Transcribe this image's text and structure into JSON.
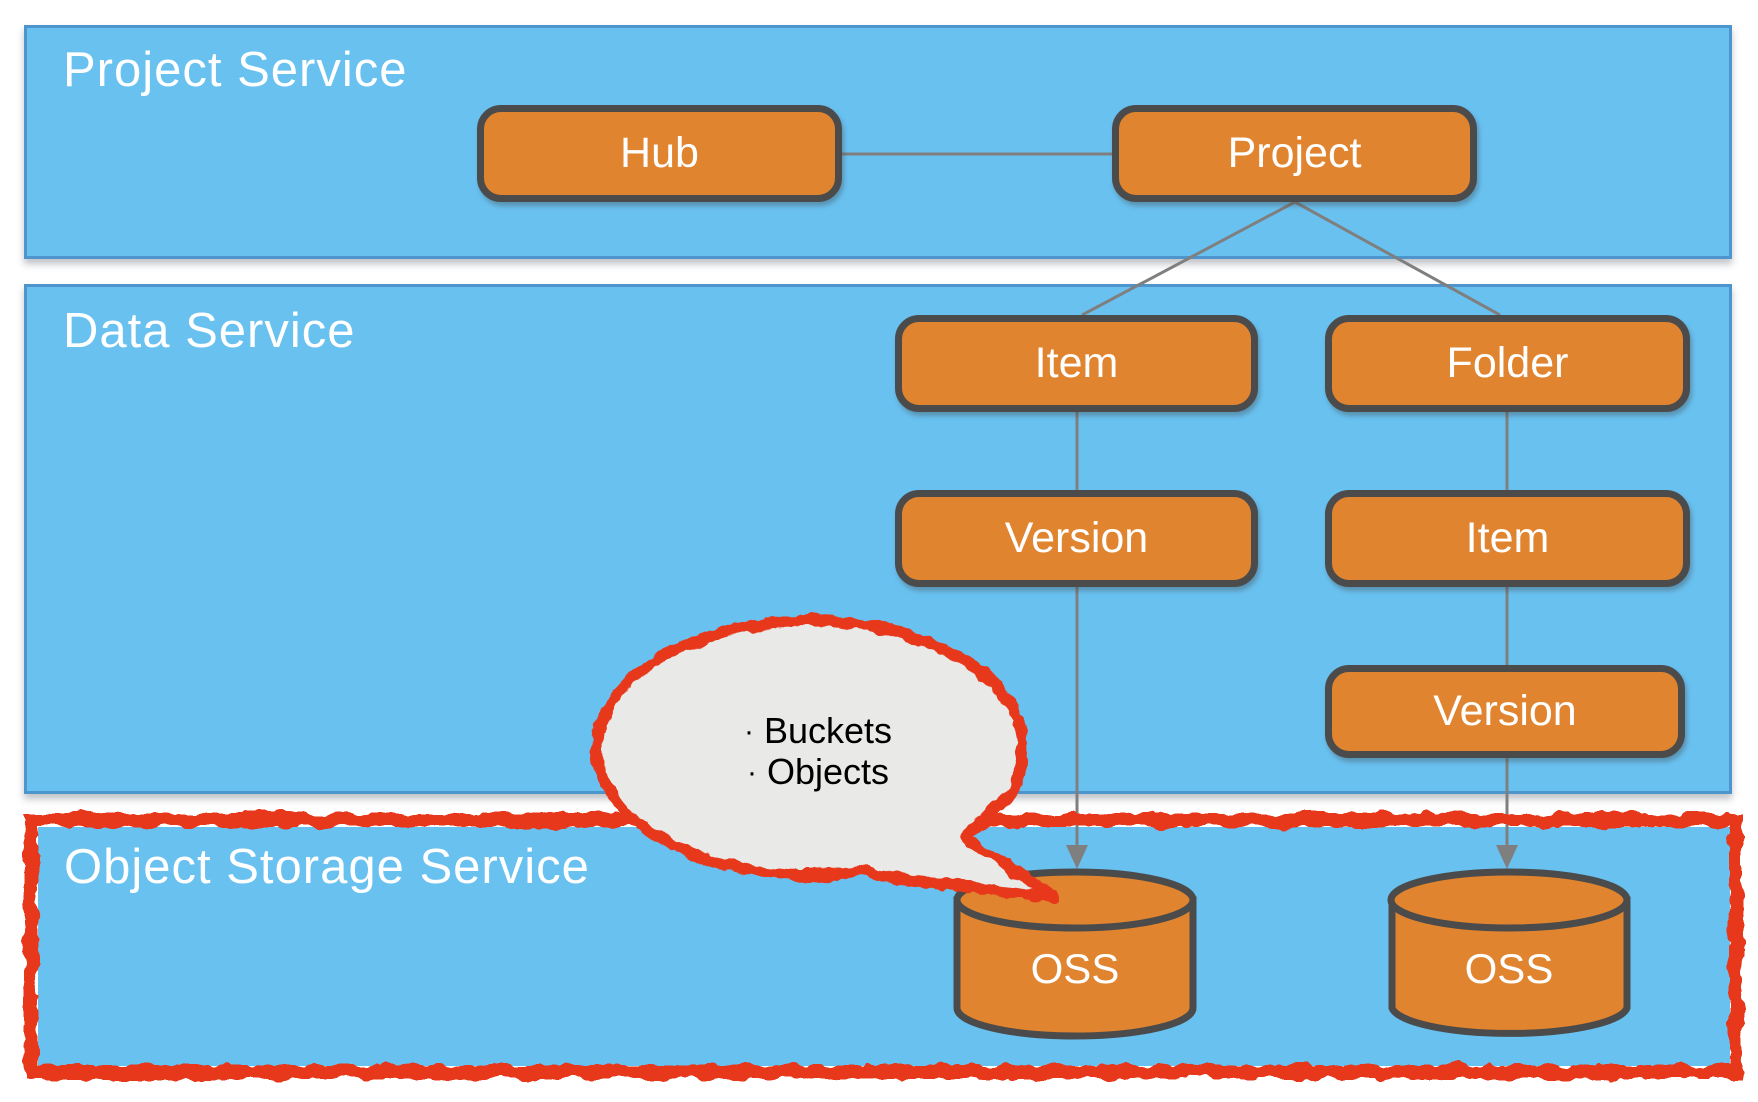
{
  "bands": [
    {
      "label": "Project Service"
    },
    {
      "label": "Data Service"
    },
    {
      "label": "Object Storage Service"
    }
  ],
  "nodes": {
    "hub": "Hub",
    "project": "Project",
    "item_left": "Item",
    "folder": "Folder",
    "version_left": "Version",
    "item_right": "Item",
    "version_right": "Version",
    "oss_left": "OSS",
    "oss_right": "OSS"
  },
  "callout": {
    "bullet": "·",
    "items": [
      "Buckets",
      "Objects"
    ]
  },
  "colors": {
    "band_fill": "#69C1F0",
    "band_border": "#4E95CE",
    "node_fill": "#E0842F",
    "node_border": "#4B4B4B",
    "connector": "#7F7F7F",
    "highlight_red": "#E8391E",
    "callout_fill": "#E9E9E7",
    "label_text": "#FFFFFF",
    "callout_text": "#000000"
  }
}
